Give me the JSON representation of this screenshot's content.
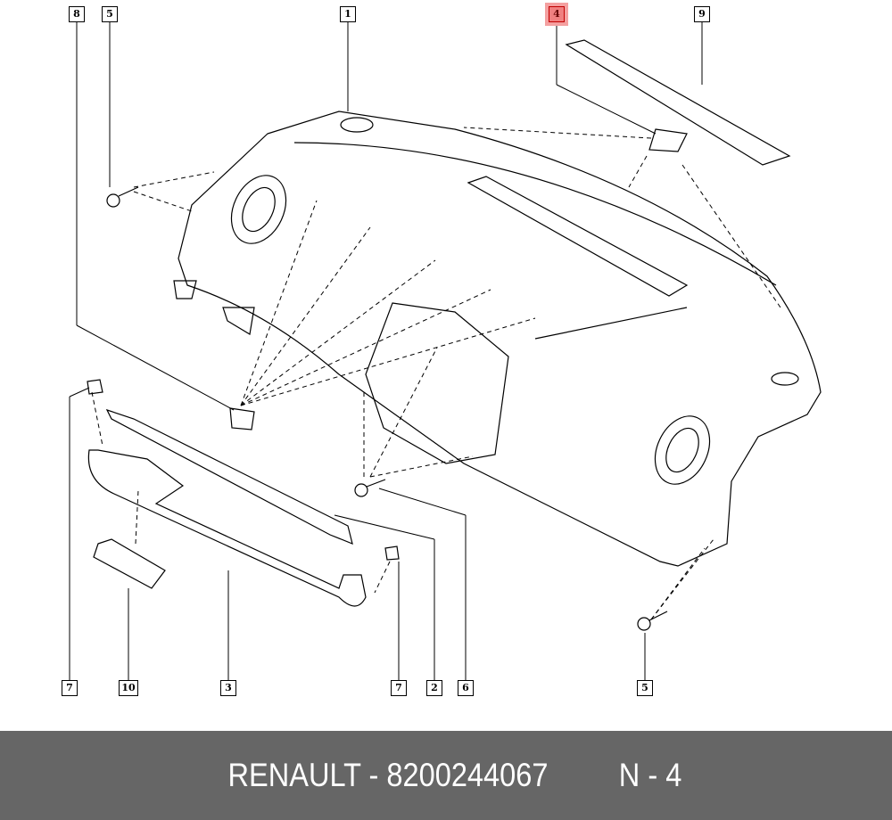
{
  "callouts": {
    "top": [
      {
        "label": "8"
      },
      {
        "label": "5"
      },
      {
        "label": "1"
      },
      {
        "label": "4",
        "highlighted": true
      },
      {
        "label": "9"
      }
    ],
    "bottom": [
      {
        "label": "7"
      },
      {
        "label": "10"
      },
      {
        "label": "3"
      },
      {
        "label": "7"
      },
      {
        "label": "2"
      },
      {
        "label": "6"
      },
      {
        "label": "5"
      }
    ]
  },
  "footer": {
    "brand_part": "RENAULT - 8200244067",
    "ref": "N - 4"
  },
  "colors": {
    "highlight": "#f08080",
    "footer_bg": "#666666"
  }
}
